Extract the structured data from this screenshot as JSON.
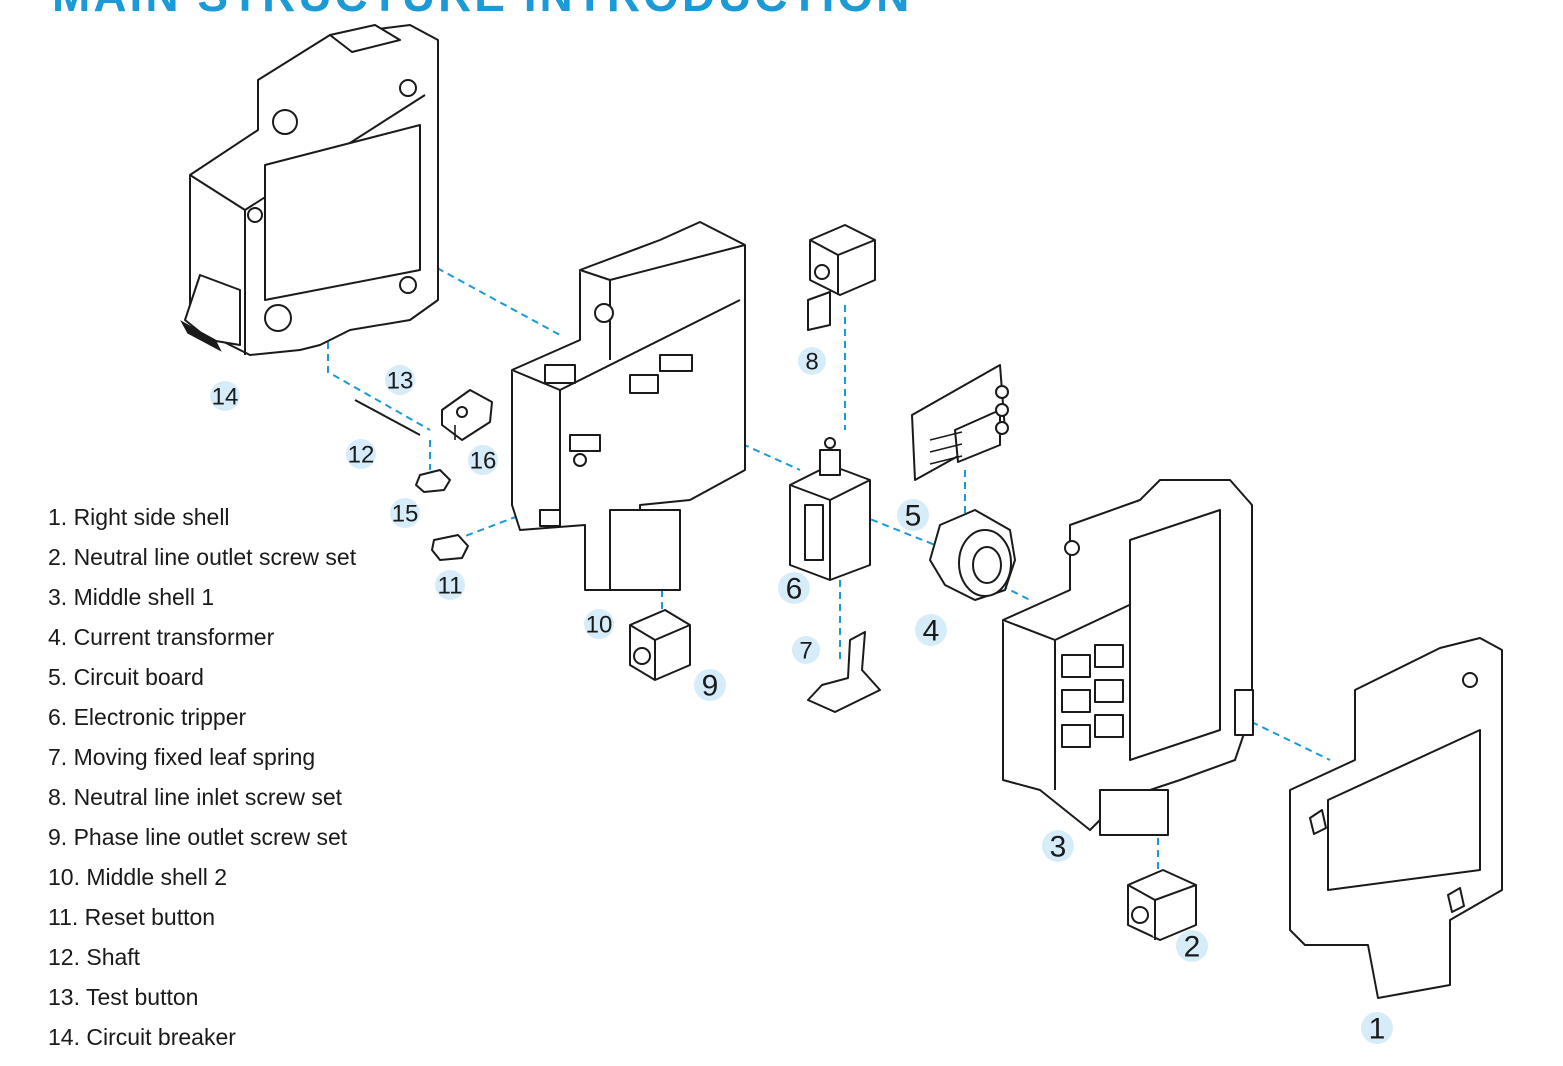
{
  "title": "MAIN STRUCTURE INTRODUCTION",
  "legend": [
    "1. Right side shell",
    "2. Neutral line outlet screw set",
    "3. Middle shell 1",
    "4. Current transformer",
    "5. Circuit board",
    "6. Electronic tripper",
    "7. Moving fixed leaf spring",
    "8. Neutral line inlet screw set",
    "9. Phase line outlet screw set",
    "10. Middle shell 2",
    "11. Reset button",
    "12. Shaft",
    "13. Test button",
    "14. Circuit breaker"
  ],
  "callouts": {
    "c1": "1",
    "c2": "2",
    "c3": "3",
    "c4": "4",
    "c5": "5",
    "c6": "6",
    "c7": "7",
    "c8": "8",
    "c9": "9",
    "c10": "10",
    "c11": "11",
    "c12": "12",
    "c13": "13",
    "c14": "14",
    "c15": "15",
    "c16": "16"
  },
  "colors": {
    "accent": "#1a9ad6",
    "callout_bg": "#d7ecf9",
    "line": "#1a1a1a"
  }
}
